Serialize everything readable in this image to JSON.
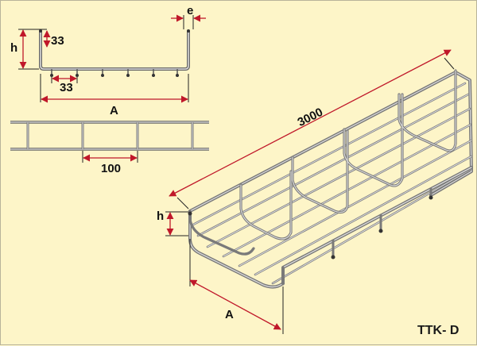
{
  "labels": {
    "dim_e": "e",
    "dim_h_profile": "h",
    "dim_33_vertical": "33",
    "dim_33_horizontal": "33",
    "dim_A_profile": "A",
    "dim_100": "100",
    "dim_3000": "3000",
    "dim_h_iso": "h",
    "dim_A_iso": "A",
    "product_code": "TTK- D"
  },
  "colors": {
    "background": "#fdf5c8",
    "wire": "#8a8a8a",
    "arrow": "#c0182a",
    "line": "#222222"
  }
}
